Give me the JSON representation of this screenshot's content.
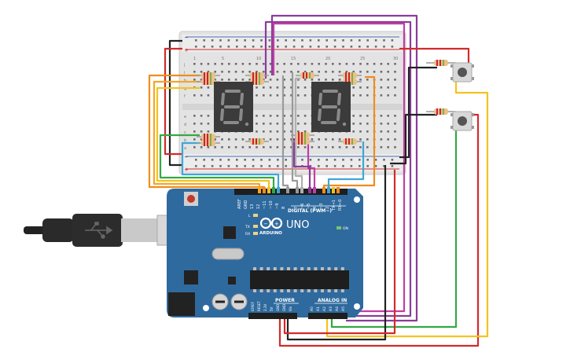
{
  "board": {
    "brand": "ARDUINO",
    "model": "UNO",
    "digital_label": "DIGITAL (PWM~)",
    "power_label": "POWER",
    "analog_label": "ANALOG IN",
    "on_label": "ON",
    "led_l": "L",
    "led_tx": "TX",
    "led_rx": "RX",
    "header_top": [
      "AREF",
      "GND",
      "13",
      "12",
      "~11",
      "~10",
      "~9",
      "8",
      "7",
      "~6",
      "~5",
      "4",
      "~3",
      "2",
      "TX→1",
      "RX←0"
    ],
    "header_power": [
      "IOREF",
      "RESET",
      "3.3V",
      "5V",
      "GND",
      "GND",
      "Vin"
    ],
    "header_analog": [
      "A0",
      "A1",
      "A2",
      "A3",
      "A4",
      "A5"
    ]
  },
  "breadboard": {
    "column_numbers": [
      "1",
      "5",
      "10",
      "15",
      "20",
      "25",
      "30"
    ],
    "row_letters_top": [
      "j",
      "i",
      "h",
      "g",
      "f"
    ],
    "row_letters_bottom": [
      "e",
      "d",
      "c",
      "b",
      "a"
    ]
  },
  "displays": [
    {
      "digit": "8"
    },
    {
      "digit": "8"
    }
  ],
  "colors": {
    "board": "#2f6a9e",
    "breadboard": "#e6e6e6",
    "wire_red": "#d22b2b",
    "wire_black": "#222222",
    "wire_orange": "#f08c1e",
    "wire_yellow": "#f3c21f",
    "wire_green": "#35a845",
    "wire_blue": "#3fa7d6",
    "wire_purple": "#8a3c9a",
    "wire_magenta": "#c13fa3",
    "wire_gray": "#9a9a9a",
    "display_body": "#3b3b3b",
    "segment": "#8a8a8a"
  }
}
